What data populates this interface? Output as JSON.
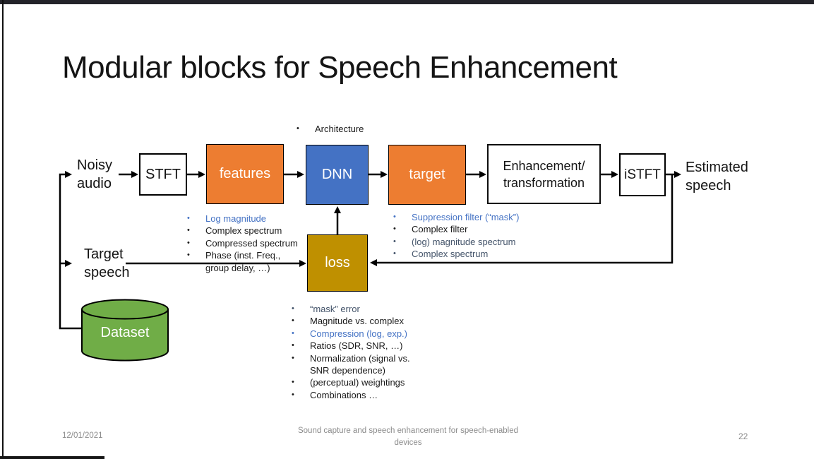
{
  "slide": {
    "title": "Modular blocks for Speech Enhancement",
    "architecture_options": [
      {
        "text": "Architecture",
        "color": "#1a1a1a"
      }
    ],
    "blocks": {
      "stft": {
        "label": "STFT"
      },
      "features": {
        "label": "features"
      },
      "dnn": {
        "label": "DNN"
      },
      "target": {
        "label": "target"
      },
      "enhancement": {
        "label": "Enhancement/\ntransformation"
      },
      "istft": {
        "label": "iSTFT"
      },
      "loss": {
        "label": "loss"
      },
      "dataset": {
        "label": "Dataset"
      }
    },
    "io_labels": {
      "noisy_audio": "Noisy\naudio",
      "target_speech": "Target\nspeech",
      "estimated_speech": "Estimated\nspeech"
    },
    "feature_options": [
      {
        "text": "Log magnitude",
        "color": "#4472C4"
      },
      {
        "text": "Complex spectrum",
        "color": "#1a1a1a"
      },
      {
        "text": "Compressed spectrum",
        "color": "#1a1a1a"
      },
      {
        "text": "Phase (inst. Freq.,\ngroup delay, …)",
        "color": "#1a1a1a"
      }
    ],
    "target_options": [
      {
        "text": "Suppression filter (“mask”)",
        "color": "#4472C4"
      },
      {
        "text": "Complex filter",
        "color": "#1a1a1a"
      },
      {
        "text": "(log) magnitude spectrum",
        "color": "#44546A"
      },
      {
        "text": "Complex spectrum",
        "color": "#44546A"
      }
    ],
    "loss_options": [
      {
        "text": "“mask” error",
        "color": "#44546A"
      },
      {
        "text": "Magnitude vs. complex",
        "color": "#1a1a1a"
      },
      {
        "text": "Compression (log, exp.)",
        "color": "#4472C4"
      },
      {
        "text": "Ratios (SDR, SNR, …)",
        "color": "#1a1a1a"
      },
      {
        "text": "Normalization (signal vs.\nSNR dependence)",
        "color": "#1a1a1a"
      },
      {
        "text": "(perceptual) weightings",
        "color": "#1a1a1a"
      },
      {
        "text": "Combinations …",
        "color": "#1a1a1a"
      }
    ],
    "footer": {
      "date": "12/01/2021",
      "caption": "Sound capture and speech enhancement for speech-enabled\ndevices",
      "page": "22"
    }
  },
  "colors": {
    "block_orange": "#ED7D31",
    "block_blue": "#4472C4",
    "block_gold": "#BF9000",
    "dataset_green": "#70AD47",
    "accent_blue_text": "#4472C4",
    "dark_slate_text": "#44546A",
    "footer_gray": "#8b8b8b",
    "chrome_dark": "#232329"
  }
}
